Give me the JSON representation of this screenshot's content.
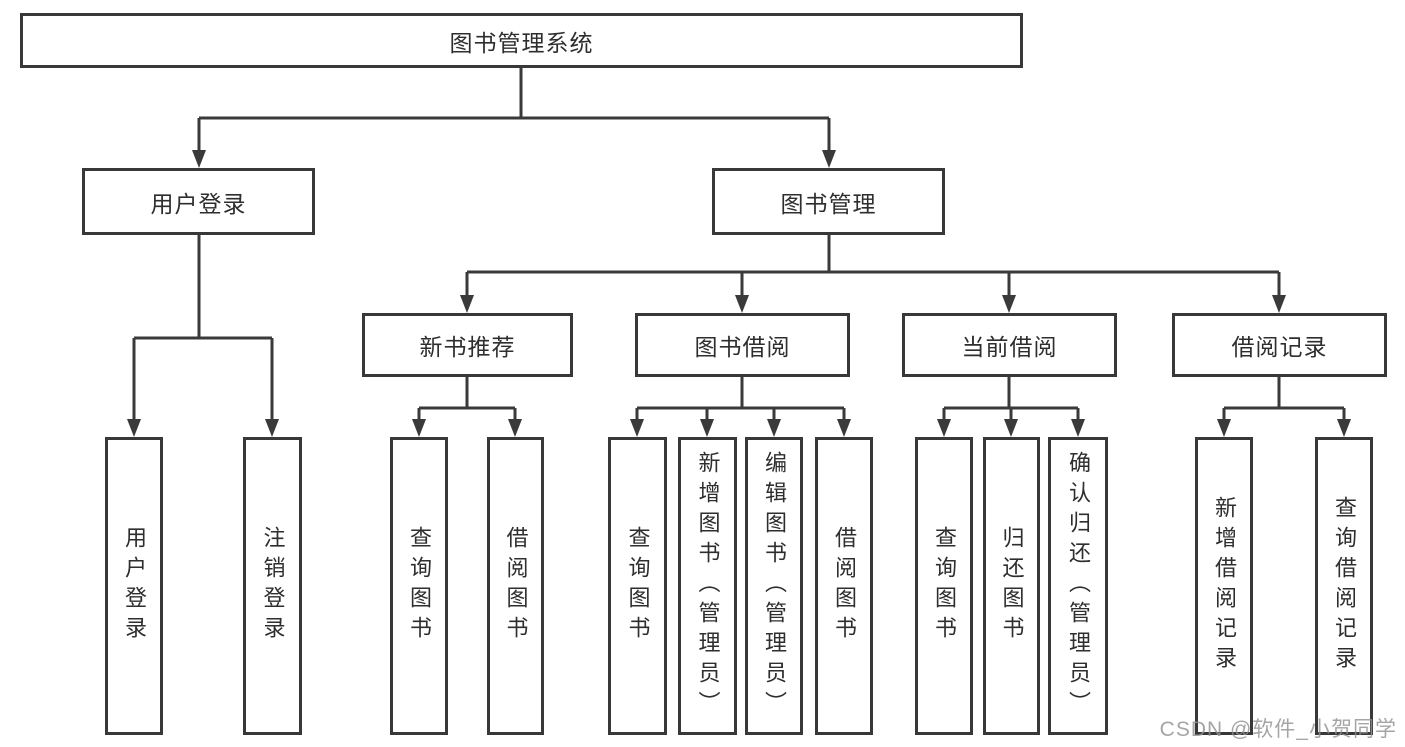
{
  "diagram": {
    "nodes": {
      "root": "图书管理系统",
      "user_login": "用户登录",
      "book_mgmt": "图书管理",
      "new_book_rec": "新书推荐",
      "book_borrow": "图书借阅",
      "current_borrow": "当前借阅",
      "borrow_records": "借阅记录",
      "leaf_user_login": "用户登录",
      "leaf_logout": "注销登录",
      "rec_query_books": "查询图书",
      "rec_borrow_books": "借阅图书",
      "bb_query_books": "查询图书",
      "bb_add_books_admin": "新增图书（管理员）",
      "bb_edit_books_admin": "编辑图书（管理员）",
      "bb_borrow_books": "借阅图书",
      "cb_query_books": "查询图书",
      "cb_return_books": "归还图书",
      "cb_confirm_return_admin": "确认归还（管理员）",
      "br_add_record": "新增借阅记录",
      "br_query_record": "查询借阅记录"
    },
    "watermark": "CSDN @软件_小贺同学",
    "colors": {
      "line": "#3a3a3a",
      "border": "#383838",
      "text": "#2e2e2e",
      "watermark": "#919191",
      "background": "#ffffff"
    }
  }
}
